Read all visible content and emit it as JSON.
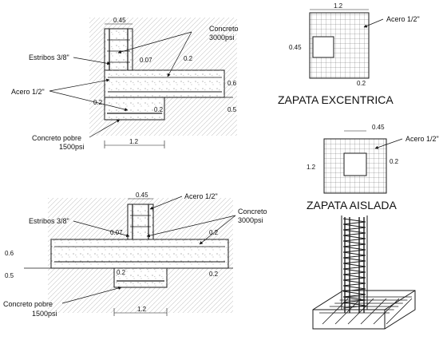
{
  "labels": {
    "concreto": "Concreto",
    "psi_3000": "3000psi",
    "estribos": "Estribos 3/8\"",
    "acero": "Acero 1/2\"",
    "concreto_pobre": "Concreto pobre",
    "psi_1500": "1500psi"
  },
  "dims": {
    "d045": "0.45",
    "d007": "0.07",
    "d02": "0.2",
    "d06": "0.6",
    "d05": "0.5",
    "d12": "1.2"
  },
  "titles": {
    "excentrica": "ZAPATA EXCENTRICA",
    "aislada": "ZAPATA AISLADA"
  },
  "colors": {
    "line": "#1a1a1a",
    "hatch": "#c8c8c8",
    "grid": "#555555"
  }
}
